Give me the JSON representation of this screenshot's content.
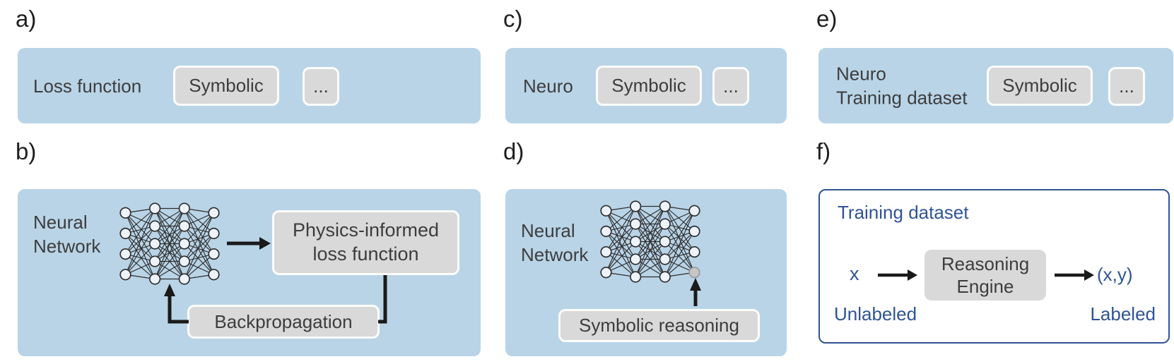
{
  "colors": {
    "panel_blue": "#b9d4e7",
    "box_gray": "#d9d9d9",
    "text_dark": "#3d3d3d",
    "label_dark": "#1f1f1f",
    "blue_text": "#2f5496",
    "line_black": "#1a1a1a"
  },
  "panels": {
    "a": {
      "label": "a)",
      "left_text": "Loss function",
      "box_text": "Symbolic",
      "dots": "..."
    },
    "b": {
      "label": "b)",
      "left_line1": "Neural",
      "left_line2": "Network",
      "loss_line1": "Physics-informed",
      "loss_line2": "loss function",
      "backprop": "Backpropagation"
    },
    "c": {
      "label": "c)",
      "left_text": "Neuro",
      "box_text": "Symbolic",
      "dots": "..."
    },
    "d": {
      "label": "d)",
      "left_line1": "Neural",
      "left_line2": "Network",
      "reasoning": "Symbolic reasoning"
    },
    "e": {
      "label": "e)",
      "left_line1": "Neuro",
      "left_line2": "Training dataset",
      "box_text": "Symbolic",
      "dots": "..."
    },
    "f": {
      "label": "f)",
      "title": "Training dataset",
      "input": "x",
      "engine_line1": "Reasoning",
      "engine_line2": "Engine",
      "output": "(x,y)",
      "unlabeled": "Unlabeled",
      "labeled": "Labeled"
    }
  }
}
